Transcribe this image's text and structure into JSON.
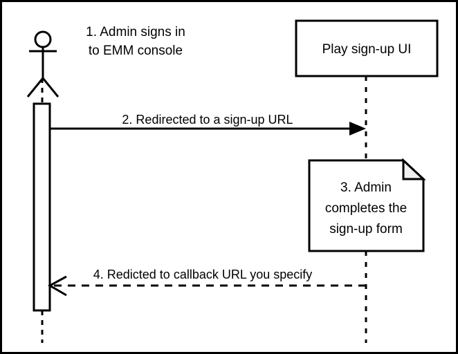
{
  "diagram": {
    "type": "uml-sequence-diagram",
    "title_note": {
      "lines": [
        "1. Admin signs in",
        "to EMM console"
      ]
    },
    "participants": [
      {
        "id": "admin",
        "kind": "actor",
        "label": "",
        "icon": "stick-figure-actor"
      },
      {
        "id": "play-signup-ui",
        "kind": "lifeline-box",
        "label": "Play sign-up UI"
      }
    ],
    "messages": [
      {
        "id": "msg-2",
        "label": "2. Redirected to a sign-up URL",
        "style": "solid",
        "arrowhead": "filled",
        "direction": "left-to-right"
      },
      {
        "id": "msg-4",
        "label": "4. Redicted to callback URL you specify",
        "style": "dashed",
        "arrowhead": "open",
        "direction": "right-to-left"
      }
    ],
    "notes": [
      {
        "id": "note-3",
        "shape": "folded-corner-note",
        "lines": [
          "3. Admin",
          "completes the",
          "sign-up form"
        ]
      }
    ],
    "colors": {
      "stroke": "#000000",
      "fill": "#ffffff",
      "note_fold_fill": "#f0f0f0",
      "text": "#000000",
      "border": "#000000"
    }
  }
}
